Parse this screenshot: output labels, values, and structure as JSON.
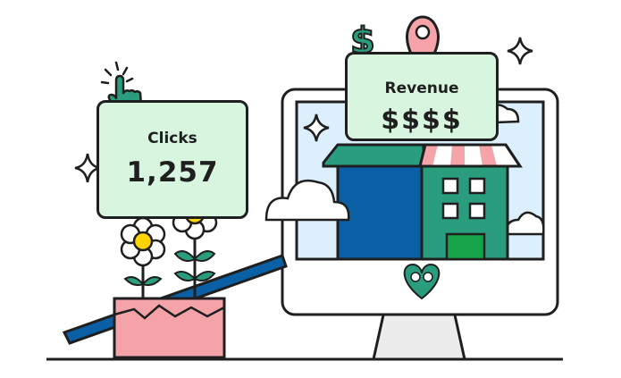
{
  "clicks_card": {
    "label": "Clicks",
    "value": "1,257"
  },
  "revenue_card": {
    "label": "Revenue",
    "value": "$$$$"
  },
  "dollar_symbol": "$",
  "colors": {
    "outline": "#1f1f1f",
    "card_green": "#d7f5df",
    "teal": "#2a9d7f",
    "dark_blue": "#0b5fa5",
    "pink": "#f4a3a8",
    "sky": "#dbeffc",
    "yellow": "#ffd400",
    "green_door": "#16a34a"
  },
  "icons": [
    "pointing-hand-icon",
    "map-pin-icon",
    "dollar-icon",
    "sparkle-icon",
    "heart-location-logo"
  ]
}
